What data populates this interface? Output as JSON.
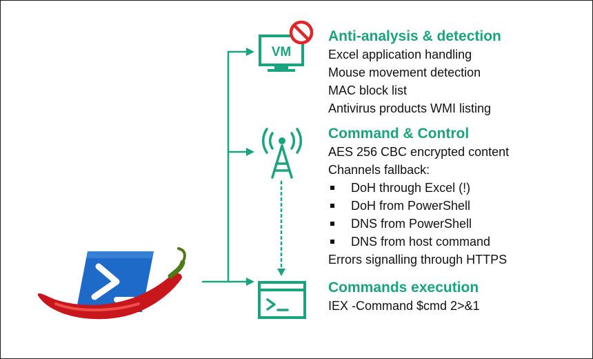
{
  "colors": {
    "accent": "#1aa37f",
    "text": "#111111",
    "prohibited": "#e0262b",
    "powershell": "#1e6ac8",
    "pepper": "#c8161d"
  },
  "icons": {
    "vm": "vm-monitor-icon",
    "prohibited": "prohibited-icon",
    "antenna": "antenna-tower-icon",
    "terminal": "terminal-window-icon",
    "powershell": "powershell-logo-icon",
    "pepper": "chili-pepper-icon"
  },
  "vm_label": "VM",
  "terminal_prompt": ">_",
  "sections": {
    "anti_analysis": {
      "title": "Anti-analysis & detection",
      "items": [
        "Excel application handling",
        "Mouse movement detection",
        "MAC block list",
        "Antivirus products WMI listing"
      ]
    },
    "c2": {
      "title": "Command & Control",
      "items": [
        "AES 256 CBC encrypted content",
        "Channels fallback:"
      ],
      "fallback": [
        "DoH through Excel (!)",
        "DoH from PowerShell",
        "DNS from PowerShell",
        "DNS from host command"
      ],
      "footer": "Errors signalling through HTTPS"
    },
    "exec": {
      "title": "Commands execution",
      "items": [
        "IEX -Command $cmd 2>&1"
      ]
    }
  }
}
